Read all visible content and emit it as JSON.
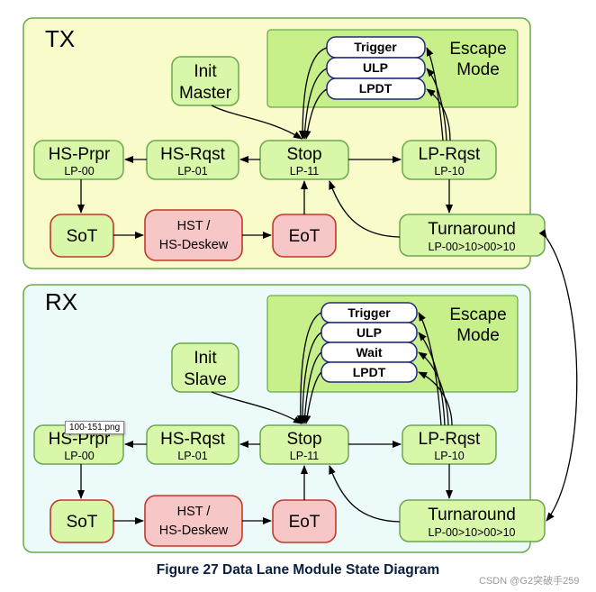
{
  "panels": [
    {
      "id": "tx",
      "title": "TX",
      "fill": "#fafbca",
      "escape": {
        "title_line1": "Escape",
        "title_line2": "Mode",
        "items": [
          "Trigger",
          "ULP",
          "LPDT"
        ]
      },
      "init": {
        "line1": "Init",
        "line2": "Master"
      },
      "states": {
        "hs_prpr": {
          "label": "HS-Prpr",
          "sub": "LP-00"
        },
        "hs_rqst": {
          "label": "HS-Rqst",
          "sub": "LP-01"
        },
        "stop": {
          "label": "Stop",
          "sub": "LP-11"
        },
        "lp_rqst": {
          "label": "LP-Rqst",
          "sub": "LP-10"
        },
        "sot": {
          "label": "SoT"
        },
        "hst": {
          "line1": "HST /",
          "line2": "HS-Deskew"
        },
        "eot": {
          "label": "EoT"
        },
        "turnaround": {
          "label": "Turnaround",
          "sub": "LP-00>10>00>10"
        }
      }
    },
    {
      "id": "rx",
      "title": "RX",
      "fill": "#ecfafa",
      "escape": {
        "title_line1": "Escape",
        "title_line2": "Mode",
        "items": [
          "Trigger",
          "ULP",
          "Wait",
          "LPDT"
        ]
      },
      "init": {
        "line1": "Init",
        "line2": "Slave"
      },
      "states": {
        "hs_prpr": {
          "label": "HS-Prpr",
          "sub": "LP-00"
        },
        "hs_rqst": {
          "label": "HS-Rqst",
          "sub": "LP-01"
        },
        "stop": {
          "label": "Stop",
          "sub": "LP-11"
        },
        "lp_rqst": {
          "label": "LP-Rqst",
          "sub": "LP-10"
        },
        "sot": {
          "label": "SoT"
        },
        "hst": {
          "line1": "HST /",
          "line2": "HS-Deskew"
        },
        "eot": {
          "label": "EoT"
        },
        "turnaround": {
          "label": "Turnaround",
          "sub": "LP-00>10>00>10"
        }
      }
    }
  ],
  "colors": {
    "state_fill": "#d9f7a8",
    "state_stroke": "#6aa84f",
    "hs_fill": "#f7c7c7",
    "hs_stroke": "#c0392b",
    "escape_fill": "#c8f08a",
    "pill_stroke": "#1f2a80",
    "panel_stroke": "#6aa84f"
  },
  "caption": "Figure 27 Data Lane Module State Diagram",
  "file_tag": "100-151.png",
  "watermark": "CSDN @G2突破手259"
}
